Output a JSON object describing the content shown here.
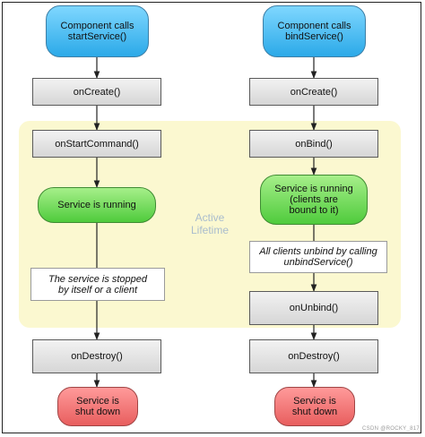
{
  "left_flow": {
    "start": "Component calls\nstartService()",
    "on_create": "onCreate()",
    "on_start_command": "onStartCommand()",
    "running": "Service is running",
    "stopped_note": "The service is stopped\nby itself or a client",
    "on_destroy": "onDestroy()",
    "shut_down": "Service is\nshut down"
  },
  "right_flow": {
    "start": "Component calls\nbindService()",
    "on_create": "onCreate()",
    "on_bind": "onBind()",
    "running": "Service is running\n(clients are\nbound to it)",
    "unbind_note": "All clients unbind by calling\nunbindService()",
    "on_unbind": "onUnbind()",
    "on_destroy": "onDestroy()",
    "shut_down": "Service is\nshut down"
  },
  "active_lifetime_label": "Active\nLifetime",
  "watermark": "CSDN @ROCKY_817",
  "colors": {
    "start_node": "#3fb6f0",
    "running_node": "#66d94f",
    "end_node": "#f07474",
    "active_zone": "#fbf8d0"
  }
}
